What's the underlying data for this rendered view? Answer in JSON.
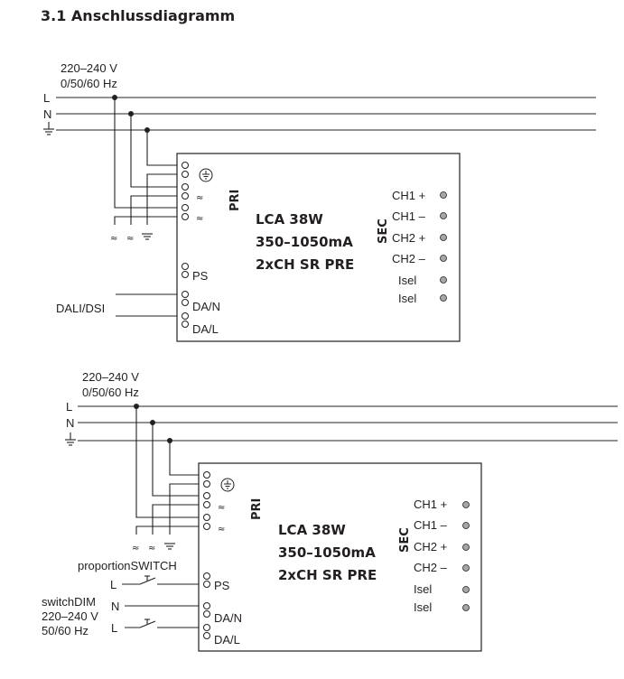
{
  "section_title": "3.1 Anschlussdiagramm",
  "supply_label": [
    "220–240 V",
    "0/50/60 Hz"
  ],
  "line_labels": {
    "L": "L",
    "N": "N"
  },
  "pri_label": "PRI",
  "sec_label": "SEC",
  "device_name": [
    "LCA 38W",
    "350–1050mA",
    "2xCH SR PRE"
  ],
  "secondary_terminals": [
    "CH1 +",
    "CH1 –",
    "CH2 +",
    "CH2 –",
    "Isel",
    "Isel"
  ],
  "primary_terminals": {
    "ps": "PS",
    "dan": "DA/N",
    "dal": "DA/L"
  },
  "diagram1": {
    "control_label": "DALI/DSI"
  },
  "diagram2": {
    "switch_label": "proportionSWITCH",
    "switchdim_label": [
      "switchDIM",
      "220–240 V",
      "50/60 Hz"
    ],
    "switch_L": "L",
    "switchdim_N": "N",
    "switchdim_L": "L"
  }
}
